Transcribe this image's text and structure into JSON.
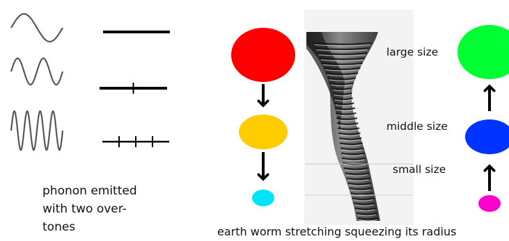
{
  "phonon_caption": [
    "phonon emitted",
    "with two over-",
    "tones"
  ],
  "worm_caption": "earth worm stretching squeezing its radius",
  "size_labels": {
    "large": "large size",
    "middle": "middle size",
    "small": "small size"
  },
  "waves": [
    {
      "cycles": 1,
      "mode_markers": 0
    },
    {
      "cycles": 2,
      "mode_markers": 1
    },
    {
      "cycles": 4,
      "mode_markers": 3
    }
  ],
  "left_sequence": [
    {
      "color": "#ff0000",
      "size": "large"
    },
    {
      "color": "#ffcc00",
      "size": "middle"
    },
    {
      "color": "#00e5f5",
      "size": "small"
    }
  ],
  "right_sequence": [
    {
      "color": "#ff00cc",
      "size": "small"
    },
    {
      "color": "#0033ff",
      "size": "middle"
    },
    {
      "color": "#00ff33",
      "size": "large"
    }
  ],
  "left_arrow_direction": "down",
  "right_arrow_direction": "up"
}
